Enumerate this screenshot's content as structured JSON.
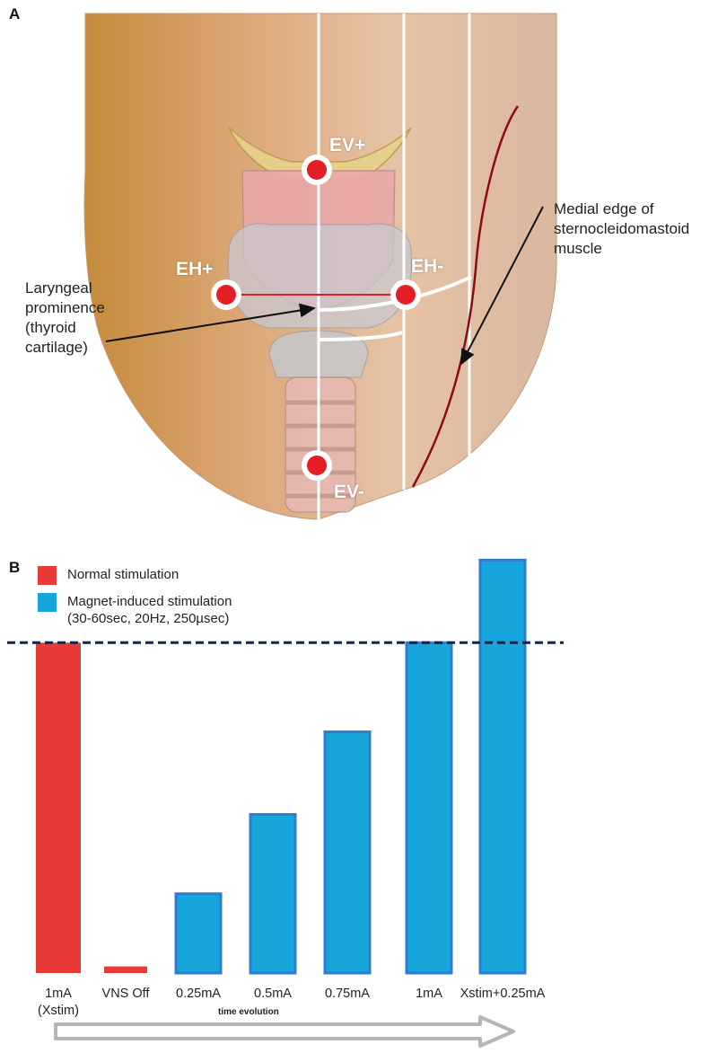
{
  "panel_a": {
    "letter": "A",
    "electrodes": {
      "ev_plus": "EV+",
      "ev_minus": "EV-",
      "eh_plus": "EH+",
      "eh_minus": "EH-"
    },
    "annotations": {
      "laryngeal": [
        "Laryngeal",
        "prominence",
        "(thyroid",
        "cartilage)"
      ],
      "medial": [
        "Medial edge of",
        "sternocleidomastoid",
        "muscle"
      ]
    },
    "colors": {
      "electrode": "#e31e24",
      "muscle_edge": "#8b0a14"
    }
  },
  "panel_b": {
    "letter": "B",
    "legend": [
      {
        "label": "Normal stimulation",
        "sub": "",
        "color": "#e93a3a"
      },
      {
        "label": "Magnet-induced stimulation",
        "sub": "(30-60sec, 20Hz, 250µsec)",
        "color": "#16a6dc"
      }
    ],
    "time_label": "time evolution"
  },
  "chart_data": {
    "type": "bar",
    "categories": [
      "1mA\n(Xstim)",
      "VNS Off",
      "0.25mA",
      "0.5mA",
      "0.75mA",
      "1mA",
      "Xstim+0.25mA"
    ],
    "values": [
      100,
      2,
      24,
      48,
      73,
      100,
      125
    ],
    "series_of_bar": [
      "normal",
      "normal",
      "magnet",
      "magnet",
      "magnet",
      "magnet",
      "magnet"
    ],
    "reference_line": 100,
    "ylim": [
      0,
      130
    ],
    "title": "",
    "xlabel": "",
    "ylabel": "",
    "grid": false
  }
}
